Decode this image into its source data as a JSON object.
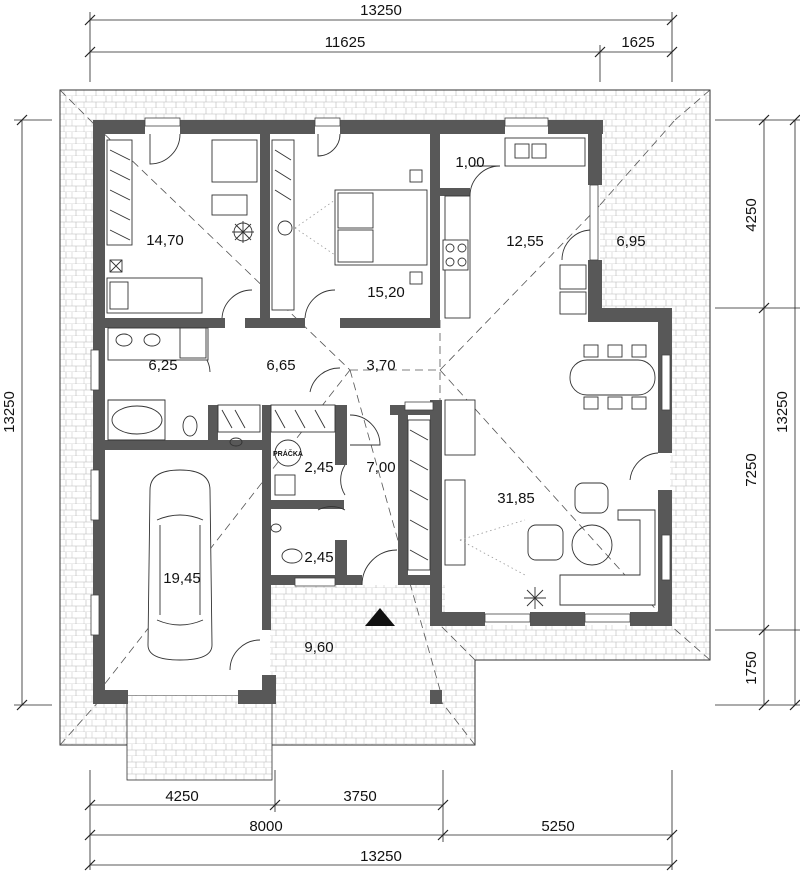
{
  "dimensions": {
    "top_total": "13250",
    "top_main": "11625",
    "top_right": "1625",
    "left_total": "13250",
    "right_total": "13250",
    "right_top": "4250",
    "right_middle": "7250",
    "right_bottom": "1750",
    "bottom_left": "4250",
    "bottom_mid": "3750",
    "bottom_8000": "8000",
    "bottom_5250": "5250",
    "bottom_total": "13250"
  },
  "rooms": {
    "r1470": "14,70",
    "r1520": "15,20",
    "r100": "1,00",
    "r1255": "12,55",
    "r695": "6,95",
    "r625": "6,25",
    "r665": "6,65",
    "r370": "3,70",
    "r245a": "2,45",
    "r700": "7,00",
    "r3185": "31,85",
    "r245b": "2,45",
    "r1945": "19,45",
    "r960": "9,60"
  },
  "labels": {
    "washer": "PRÁČKA"
  }
}
